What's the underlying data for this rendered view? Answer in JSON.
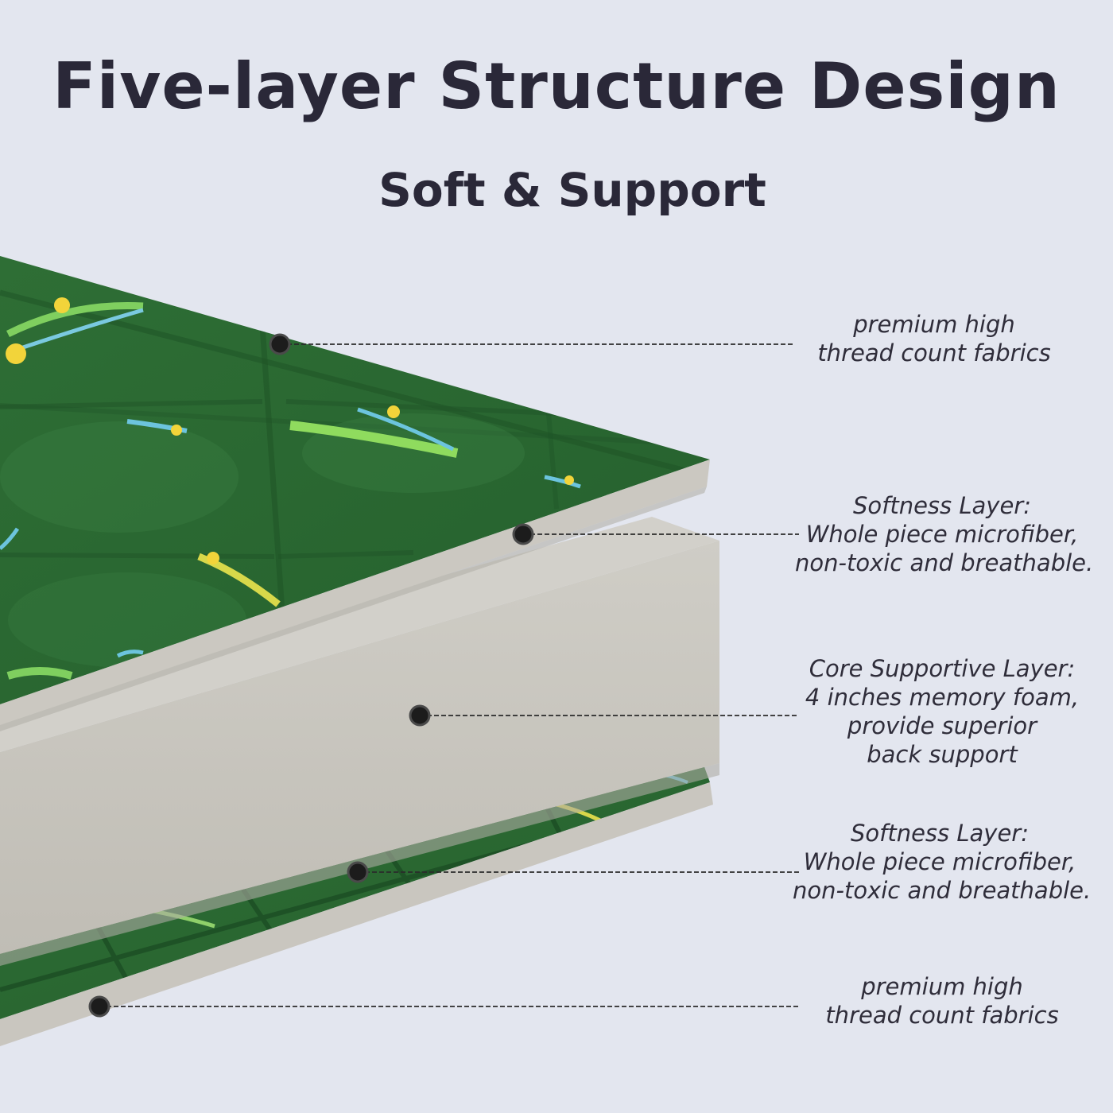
{
  "header": {
    "title": "Five-layer Structure Design",
    "subtitle": "Soft & Support"
  },
  "layers": [
    {
      "lines": [
        "premium high",
        "thread count fabrics"
      ]
    },
    {
      "lines": [
        "Softness Layer:",
        "Whole piece microfiber,",
        "non-toxic and breathable."
      ]
    },
    {
      "lines": [
        "Core Supportive Layer:",
        "4 inches memory foam,",
        "provide superior",
        "back support"
      ]
    },
    {
      "lines": [
        "Softness Layer:",
        "Whole piece microfiber,",
        "non-toxic and breathable."
      ]
    },
    {
      "lines": [
        "premium high",
        "thread count fabrics"
      ]
    }
  ],
  "colors": {
    "background": "#e3e6ef",
    "fabric": "#2b6a33",
    "fabric_seam": "#1e5226",
    "fabric_highlight": "#3b8244",
    "foam": "#c6c4bd",
    "foam_edge": "#b9b6ae",
    "text": "#2a2838",
    "marker": "#1c1c1c"
  }
}
